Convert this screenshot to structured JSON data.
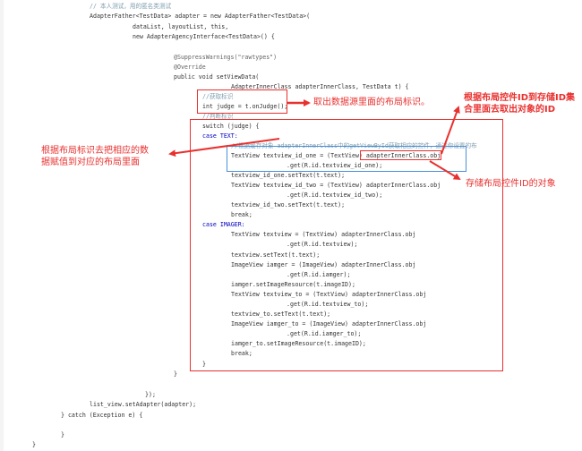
{
  "code": {
    "lines": [
      "// 本人测试，用的匿名类测试",
      "AdapterFather<TestData> adapter = new AdapterFather<TestData>(",
      "dataList, layoutList, this,",
      "new AdapterAgencyInterface<TestData>() {",
      "@SuppressWarnings(\"rawtypes\")",
      "@Override",
      "public void setViewData(",
      "AdapterInnerClass adapterInnerClass, TestData t) {",
      "//获取标识",
      "int judge = t.onJudge();",
      "//判断标识",
      "switch (judge) {",
      "case TEXT:",
      "//根据缓存对象 adapterInnerClass中的getViewById获取相应的控件，通过你设置的布",
      "TextView textview_id_one = (TextView) adapterInnerClass.obj",
      ".get(R.id.textview_id_one);",
      "textview_id_one.setText(t.text);",
      "TextView textview_id_two = (TextView) adapterInnerClass.obj",
      ".get(R.id.textview_id_two);",
      "textview_id_two.setText(t.text);",
      "break;",
      "case IMAGER:",
      "TextView textview = (TextView) adapterInnerClass.obj",
      ".get(R.id.textview);",
      "textview.setText(t.text);",
      "ImageView iamger = (ImageView) adapterInnerClass.obj",
      ".get(R.id.iamger);",
      "iamger.setImageResource(t.imageID);",
      "TextView textview_to = (TextView) adapterInnerClass.obj",
      ".get(R.id.textview_to);",
      "textview_to.setText(t.text);",
      "ImageView iamger_to = (ImageView) adapterInnerClass.obj",
      ".get(R.id.iamger_to);",
      "iamger_to.setImageResource(t.imageID);",
      "break;",
      "}",
      "}",
      "});",
      "list_view.setAdapter(adapter);",
      "} catch (Exception e) {",
      "}",
      "}"
    ]
  },
  "annotations": {
    "get_layout_flag": "取出数据源里面的布局标识。",
    "get_object_by_id": "根据布局控件ID到存储ID集\n合里面去取出对象的ID",
    "fill_data": "根据布局标识去把相应的数\n据赋值到对应的布局里面",
    "stored_object": "存储布局控件ID的对象"
  },
  "colors": {
    "annotation": "#e8312f",
    "highlight_box": "#4a90d9"
  }
}
